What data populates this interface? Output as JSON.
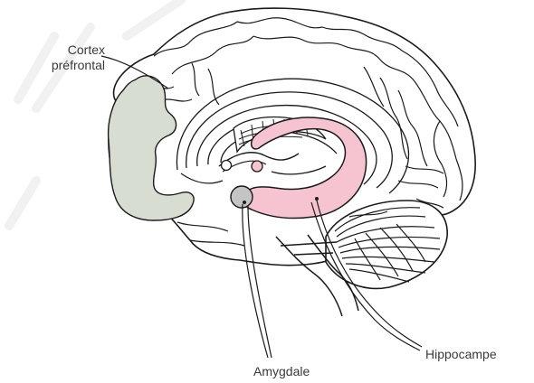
{
  "labels": {
    "cortex_line1": "Cortex",
    "cortex_line2": "préfrontal",
    "amygdala": "Amygdale",
    "hippocampus": "Hippocampe"
  },
  "colors": {
    "outline": "#1a1a1a",
    "prefrontal_fill": "#d8ddd2",
    "hippocampus_fill": "#f5c4d0",
    "amygdala_fill": "#c4c4c4",
    "watermark": "#f2f2f2",
    "label_text": "#3a3a3a"
  }
}
